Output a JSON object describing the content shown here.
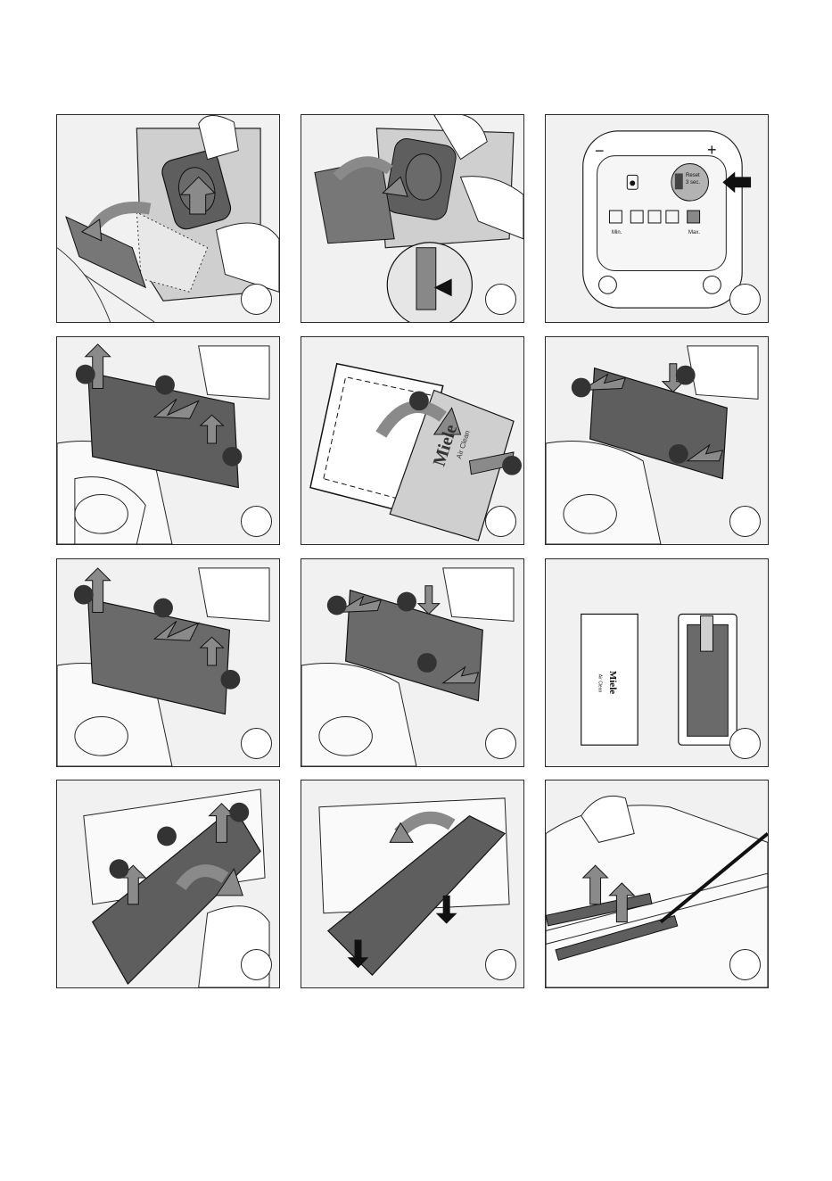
{
  "display": {
    "minus": "−",
    "plus": "+",
    "reset_line1": "Reset",
    "reset_line2": "3 sec.",
    "min_label": "Min.",
    "max_label": "Max."
  },
  "filter": {
    "brand": "Miele",
    "product": "Air Clean"
  },
  "colors": {
    "panel_bg": "#f1f1f1",
    "outline": "#2a2a2a",
    "dark_part": "#5e5e5e",
    "arrow": "#8a8a8a"
  }
}
